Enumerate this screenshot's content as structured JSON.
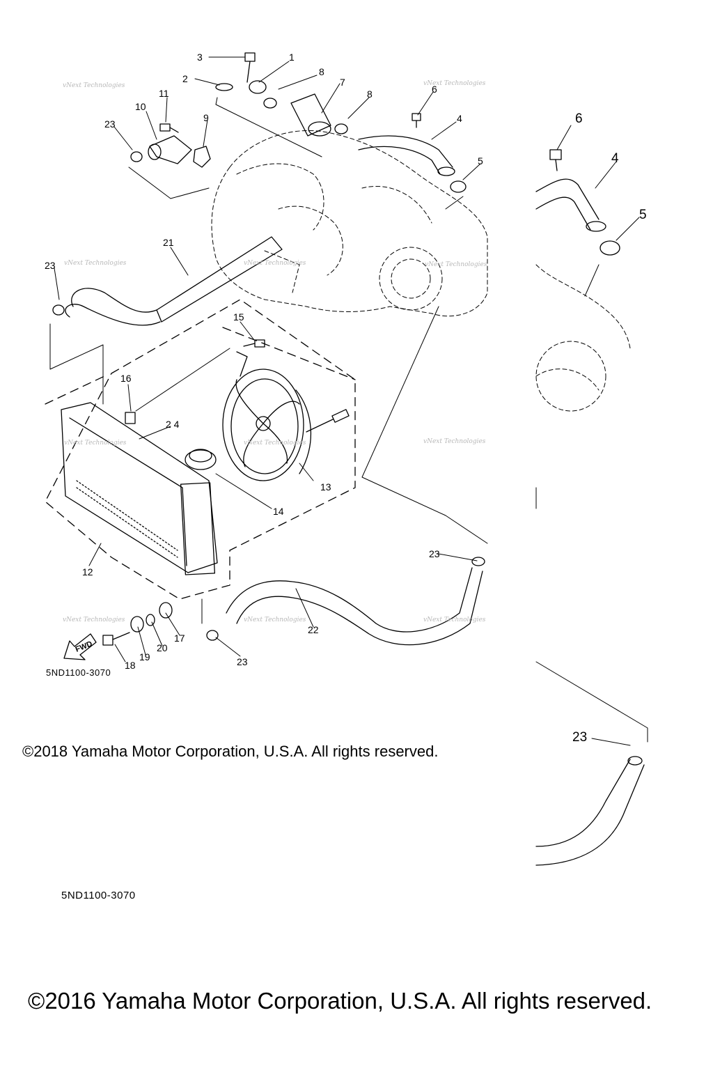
{
  "parts": {
    "p1": "1",
    "p2": "2",
    "p3": "3",
    "p4": "4",
    "p5": "5",
    "p6": "6",
    "p7": "7",
    "p8": "8",
    "p9": "9",
    "p10": "10",
    "p11": "11",
    "p12": "12",
    "p13": "13",
    "p14": "14",
    "p15": "15",
    "p16": "16",
    "p17": "17",
    "p18": "18",
    "p19": "19",
    "p20": "20",
    "p21": "21",
    "p22": "22",
    "p23": "23",
    "p24": "2 4"
  },
  "fwd_label": "FWD",
  "watermark": "vNext Technologies",
  "diagram_code": "5ND1100-3070",
  "copyright_2018": "©2018 Yamaha Motor Corporation, U.S.A. All rights reserved.",
  "copyright_2016": "©2016 Yamaha Motor Corporation, U.S.A. All rights reserved."
}
